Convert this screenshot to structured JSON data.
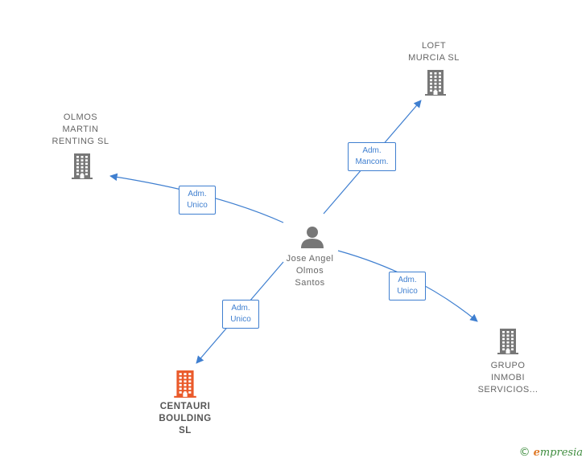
{
  "colors": {
    "edge": "#3f7fd0",
    "building": "#777777",
    "building_highlight": "#ea5a2a",
    "person": "#777777"
  },
  "center": {
    "name": "Jose Angel\nOlmos\nSantos",
    "icon": "person-icon"
  },
  "companies": [
    {
      "id": "loft",
      "name": "LOFT\nMURCIA  SL",
      "icon": "building-icon",
      "highlight": false
    },
    {
      "id": "olmos",
      "name": "OLMOS\nMARTIN\nRENTING  SL",
      "icon": "building-icon",
      "highlight": false
    },
    {
      "id": "grupo",
      "name": "GRUPO\nINMOBI\nSERVICIOS...",
      "icon": "building-icon",
      "highlight": false
    },
    {
      "id": "centauri",
      "name": "CENTAURI\nBOULDING\nSL",
      "icon": "building-icon",
      "highlight": true
    }
  ],
  "edges": [
    {
      "to": "loft",
      "label": "Adm.\nMancom."
    },
    {
      "to": "olmos",
      "label": "Adm.\nUnico"
    },
    {
      "to": "grupo",
      "label": "Adm.\nUnico"
    },
    {
      "to": "centauri",
      "label": "Adm.\nUnico"
    }
  ],
  "watermark": {
    "symbol": "©",
    "brand_initial": "e",
    "brand_rest": "mpresia"
  }
}
